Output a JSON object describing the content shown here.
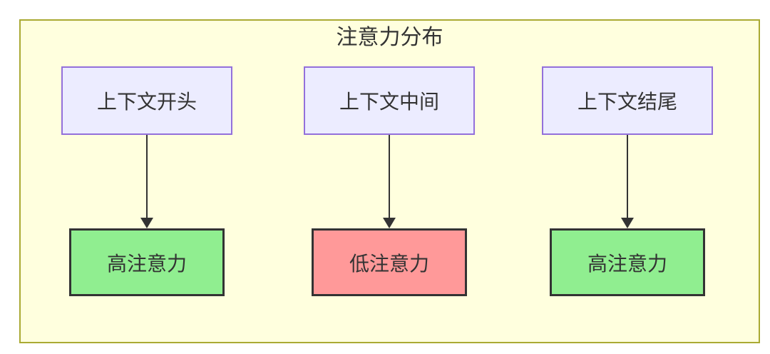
{
  "diagram": {
    "title": "注意力分布",
    "columns": [
      {
        "source": "上下文开头",
        "target": "高注意力",
        "attention": "high"
      },
      {
        "source": "上下文中间",
        "target": "低注意力",
        "attention": "low"
      },
      {
        "source": "上下文结尾",
        "target": "高注意力",
        "attention": "high"
      }
    ],
    "colors": {
      "canvas_bg": "#ffffff",
      "container_bg": "#ffffde",
      "container_border": "#aaaa33",
      "source_bg": "#ececff",
      "source_border": "#9370db",
      "high_bg": "#90ee90",
      "low_bg": "#ff9999",
      "target_border": "#333333",
      "arrow": "#333333",
      "text": "#333333"
    }
  }
}
